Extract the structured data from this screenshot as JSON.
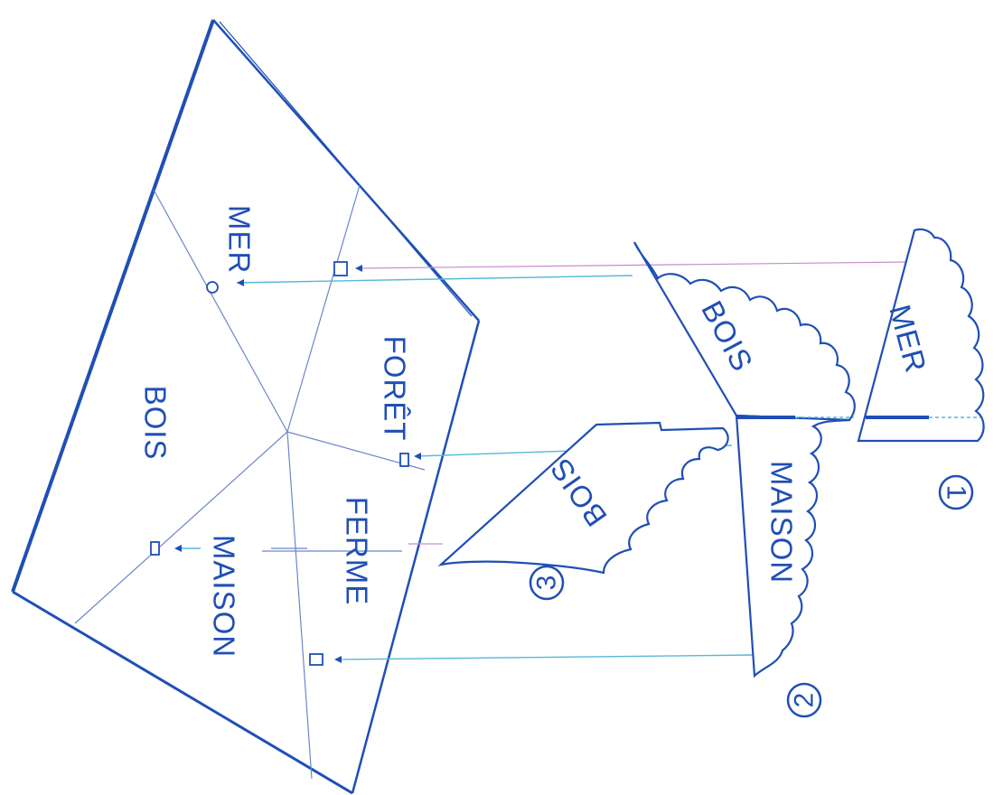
{
  "colors": {
    "ink": "#1f4fb6",
    "link": "#55b8d8",
    "accent_pink": "#c98ad0"
  },
  "main_map": {
    "regions": [
      {
        "name": "mer",
        "label": "MER"
      },
      {
        "name": "foret",
        "label": "FORÊT"
      },
      {
        "name": "bois",
        "label": "BOIS"
      },
      {
        "name": "ferme",
        "label": "FERME"
      },
      {
        "name": "maison",
        "label": "MAISON"
      }
    ]
  },
  "pieces": [
    {
      "number": "1",
      "labels": [
        "MER"
      ]
    },
    {
      "number": "2",
      "labels": [
        "BOIS",
        "MAISON"
      ]
    },
    {
      "number": "3",
      "labels": [
        "BOIS"
      ]
    }
  ]
}
